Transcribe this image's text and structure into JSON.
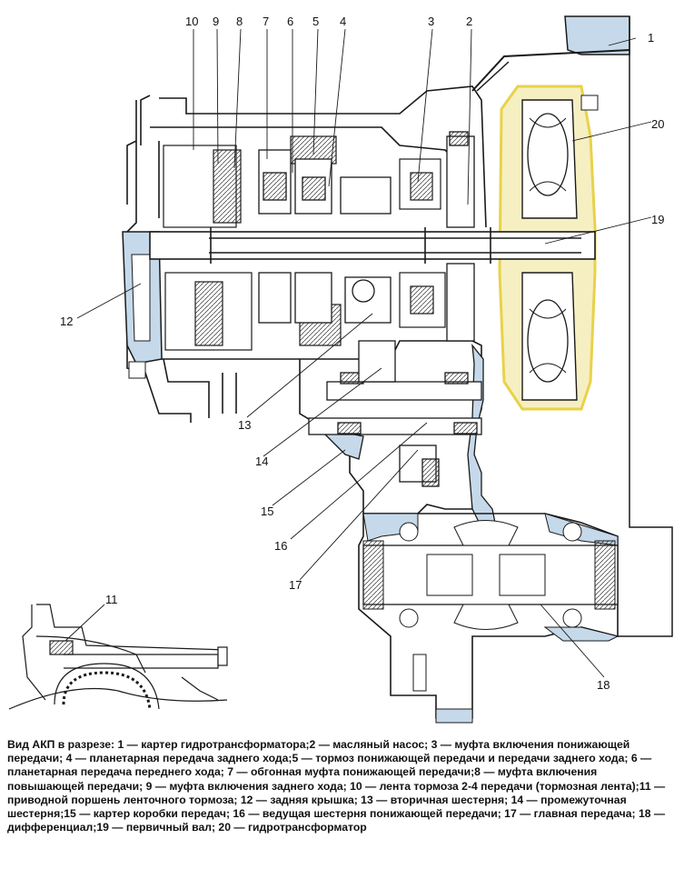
{
  "callouts": {
    "n1": "1",
    "n2": "2",
    "n3": "3",
    "n4": "4",
    "n5": "5",
    "n6": "6",
    "n7": "7",
    "n8": "8",
    "n9": "9",
    "n10": "10",
    "n11": "11",
    "n12": "12",
    "n13": "13",
    "n14": "14",
    "n15": "15",
    "n16": "16",
    "n17": "17",
    "n18": "18",
    "n19": "19",
    "n20": "20"
  },
  "caption": "Вид АКП в разрезе: 1 — картер гидротрансформатора;2 — масляный насос; 3 — муфта включения понижающей передачи; 4 — планетарная передача заднего хода;5 — тормоз понижающей передачи и передачи заднего хода; 6 — планетарная передача переднего хода; 7 — обгонная муфта понижающей передачи;8 — муфта включения повышающей передачи; 9 — муфта включения заднего хода; 10 — лента тормоза 2-4 передачи (тормозная лента);11 — приводной поршень ленточного тормоза; 12 — задняя крышка; 13 — вторичная шестерня; 14 — промежуточная шестерня;15 — картер коробки передач; 16 — ведущая шестерня понижающей передачи; 17 — главная передача; 18 — дифференциал;19 — первичный вал; 20 — гидротрансформатор",
  "colors": {
    "housing_fill": "#c5d9ea",
    "converter_outline": "#e8d24a",
    "line": "#1a1a1a"
  }
}
